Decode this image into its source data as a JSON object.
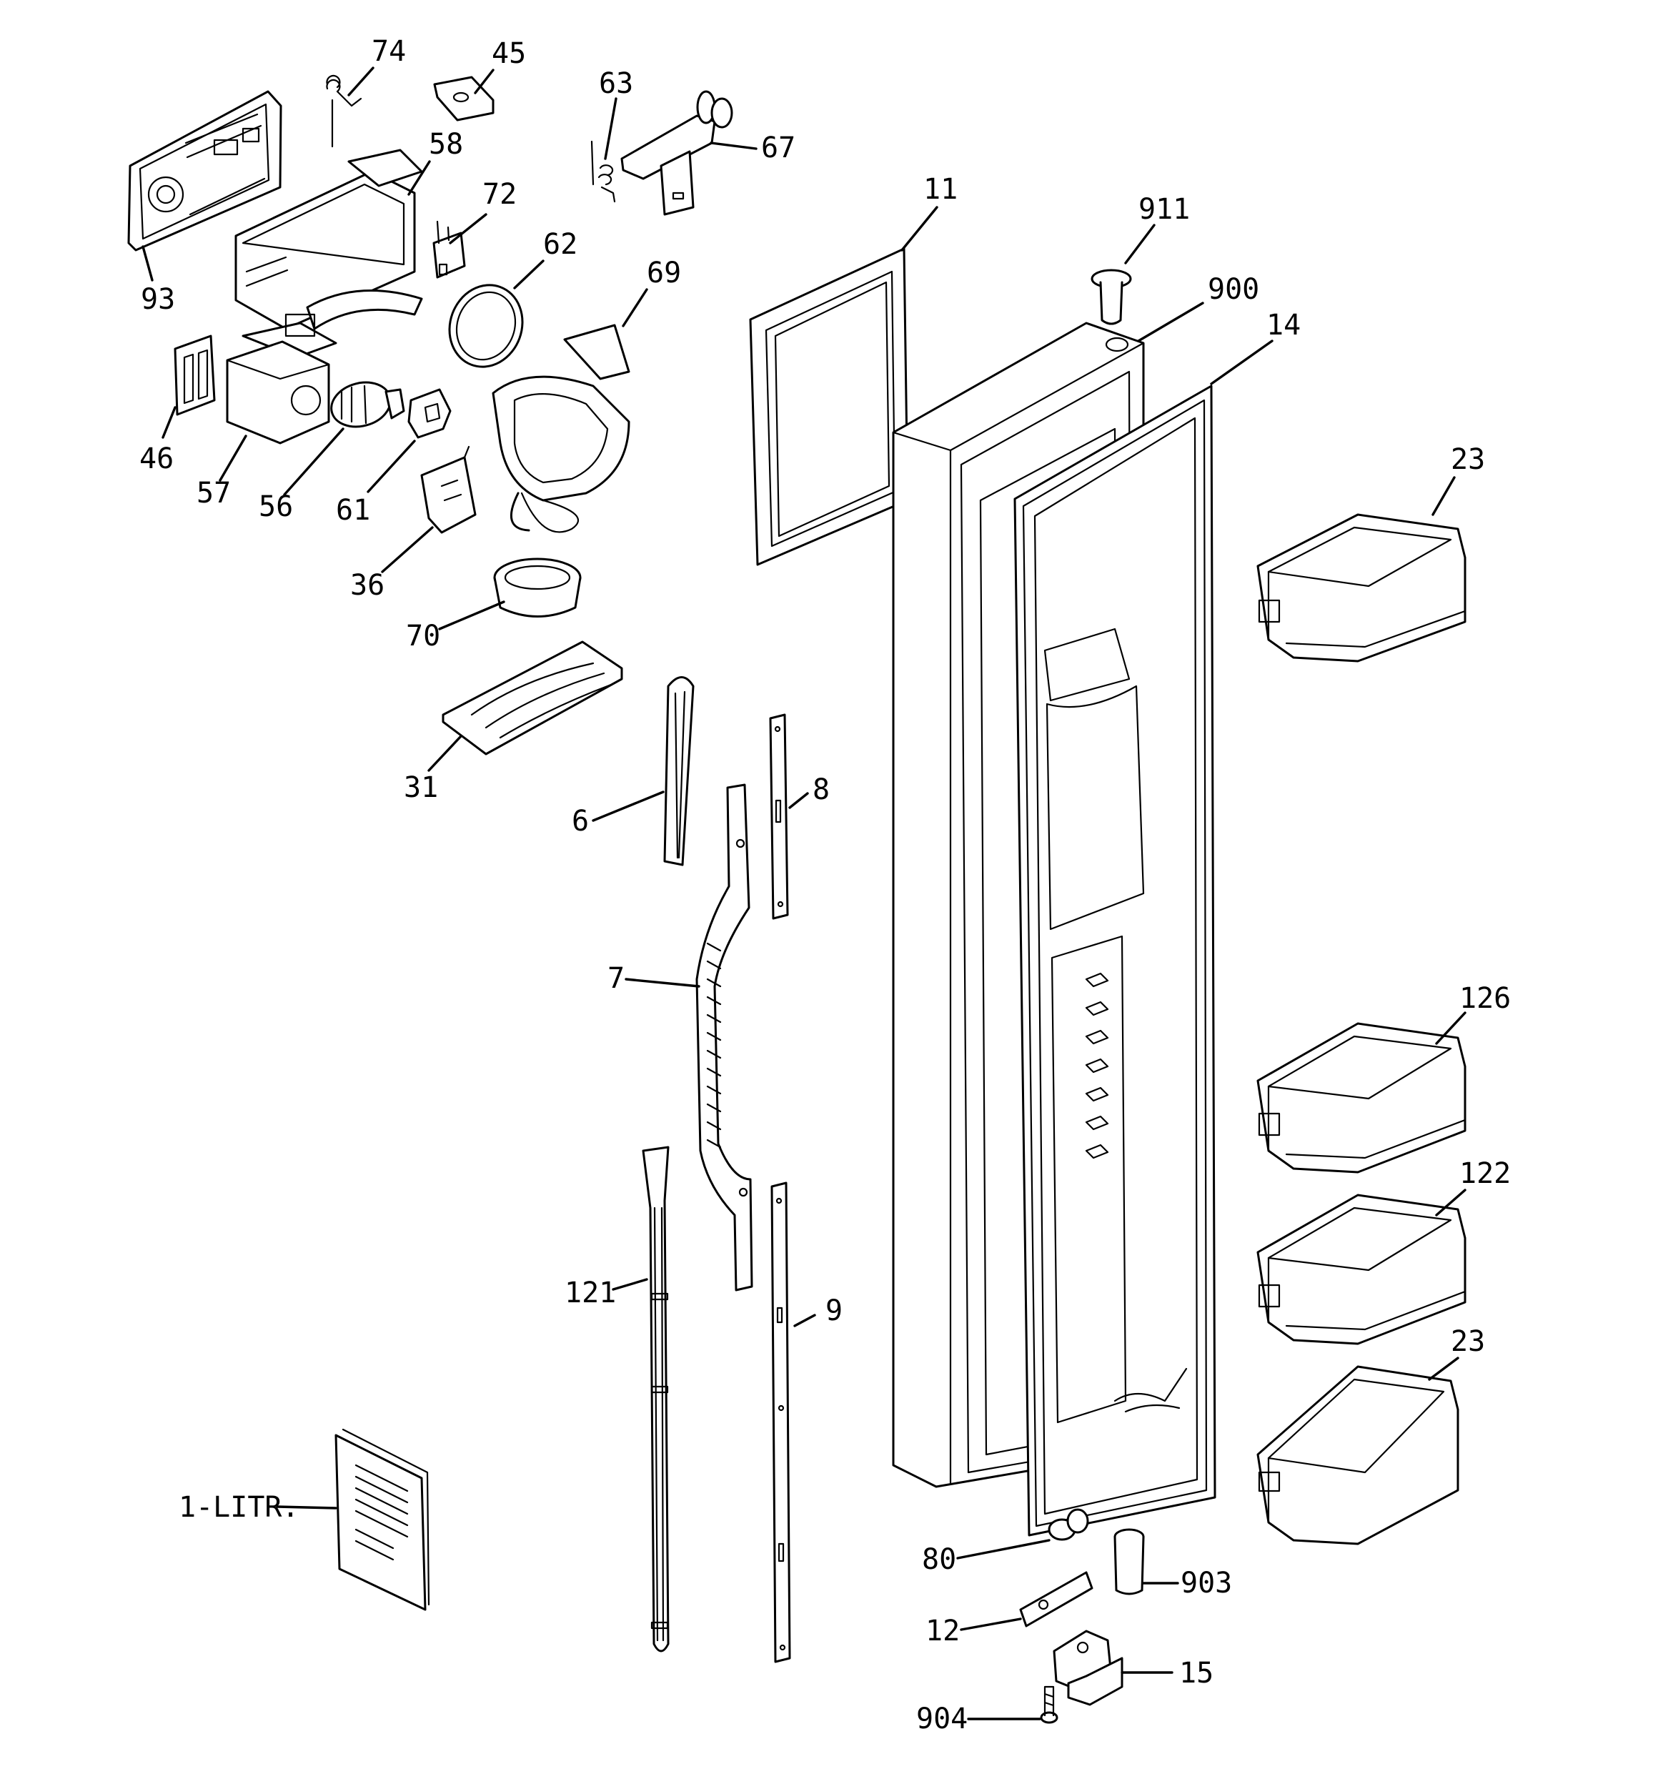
{
  "diagram": {
    "callouts": [
      {
        "id": "74",
        "label": "74"
      },
      {
        "id": "45",
        "label": "45"
      },
      {
        "id": "63",
        "label": "63"
      },
      {
        "id": "67",
        "label": "67"
      },
      {
        "id": "58",
        "label": "58"
      },
      {
        "id": "72",
        "label": "72"
      },
      {
        "id": "93",
        "label": "93"
      },
      {
        "id": "62",
        "label": "62"
      },
      {
        "id": "69",
        "label": "69"
      },
      {
        "id": "11",
        "label": "11"
      },
      {
        "id": "911",
        "label": "911"
      },
      {
        "id": "900",
        "label": "900"
      },
      {
        "id": "14",
        "label": "14"
      },
      {
        "id": "46",
        "label": "46"
      },
      {
        "id": "57",
        "label": "57"
      },
      {
        "id": "56",
        "label": "56"
      },
      {
        "id": "61",
        "label": "61"
      },
      {
        "id": "36",
        "label": "36"
      },
      {
        "id": "23a",
        "label": "23"
      },
      {
        "id": "70",
        "label": "70"
      },
      {
        "id": "31",
        "label": "31"
      },
      {
        "id": "6",
        "label": "6"
      },
      {
        "id": "8",
        "label": "8"
      },
      {
        "id": "7",
        "label": "7"
      },
      {
        "id": "126",
        "label": "126"
      },
      {
        "id": "122",
        "label": "122"
      },
      {
        "id": "121",
        "label": "121"
      },
      {
        "id": "9",
        "label": "9"
      },
      {
        "id": "23b",
        "label": "23"
      },
      {
        "id": "1-litr",
        "label": "1-LITR."
      },
      {
        "id": "80",
        "label": "80"
      },
      {
        "id": "903",
        "label": "903"
      },
      {
        "id": "12",
        "label": "12"
      },
      {
        "id": "15",
        "label": "15"
      },
      {
        "id": "904",
        "label": "904"
      }
    ]
  }
}
